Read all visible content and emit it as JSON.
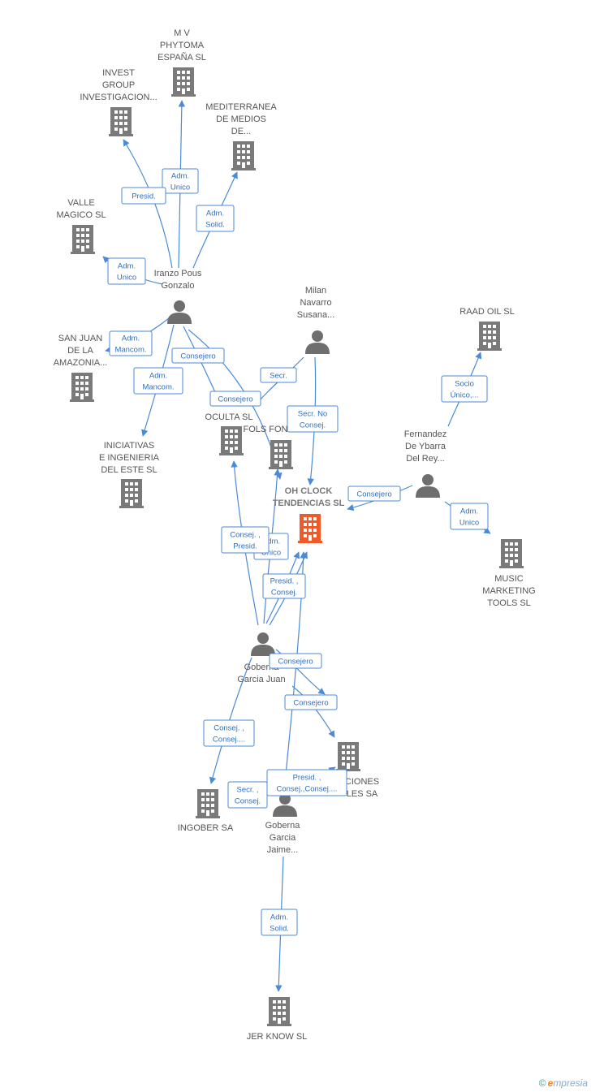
{
  "colors": {
    "company": "#7a7a7a",
    "focus_company": "#f05a28",
    "person": "#6e6e6e",
    "edge": "#4a8ad8"
  },
  "nodes": [
    {
      "id": "mv",
      "type": "company",
      "lines": [
        "M V",
        "PHYTOMA",
        "ESPAÑA SL"
      ]
    },
    {
      "id": "invest",
      "type": "company",
      "lines": [
        "INVEST",
        "GROUP",
        "INVESTIGACION..."
      ]
    },
    {
      "id": "mediterranea",
      "type": "company",
      "lines": [
        "MEDITERRANEA",
        "DE MEDIOS",
        "DE..."
      ]
    },
    {
      "id": "valle",
      "type": "company",
      "lines": [
        "VALLE",
        "MAGICO SL"
      ]
    },
    {
      "id": "iranzo",
      "type": "person",
      "lines": [
        "Iranzo Pous",
        "Gonzalo"
      ]
    },
    {
      "id": "milan",
      "type": "person",
      "lines": [
        "Milan",
        "Navarro",
        "Susana..."
      ]
    },
    {
      "id": "raad",
      "type": "company",
      "lines": [
        "RAAD OIL SL"
      ]
    },
    {
      "id": "sanjuan",
      "type": "company",
      "lines": [
        "SAN JUAN",
        "DE LA",
        "AMAZONIA..."
      ]
    },
    {
      "id": "oculta",
      "type": "company",
      "lines": [
        "OCULTA SL"
      ]
    },
    {
      "id": "folsfon",
      "type": "company",
      "lines": [
        "FOLS FON"
      ]
    },
    {
      "id": "iniciativas",
      "type": "company",
      "lines": [
        "INICIATIVAS",
        "E INGENIERIA",
        "DEL ESTE SL"
      ]
    },
    {
      "id": "fernandez",
      "type": "person",
      "lines": [
        "Fernandez",
        "De Ybarra",
        "Del Rey..."
      ]
    },
    {
      "id": "ohclock",
      "type": "focus",
      "lines": [
        "OH CLOCK",
        "TENDENCIAS SL"
      ]
    },
    {
      "id": "music",
      "type": "company",
      "lines": [
        "MUSIC",
        "MARKETING",
        "TOOLS SL"
      ]
    },
    {
      "id": "goberna_juan",
      "type": "person",
      "lines": [
        "Goberna",
        "Garcia Juan"
      ]
    },
    {
      "id": "ciones",
      "type": "company",
      "lines": [
        "CIONES",
        "LES SA"
      ]
    },
    {
      "id": "ingober",
      "type": "company",
      "lines": [
        "INGOBER SA"
      ]
    },
    {
      "id": "goberna_jaime",
      "type": "person",
      "lines": [
        "Goberna",
        "Garcia",
        "Jaime..."
      ]
    },
    {
      "id": "jerknow",
      "type": "company",
      "lines": [
        "JER KNOW SL"
      ]
    }
  ],
  "relations": [
    {
      "id": "r1",
      "lines": [
        "Adm.",
        "Unico"
      ]
    },
    {
      "id": "r2",
      "lines": [
        "Presid."
      ]
    },
    {
      "id": "r3",
      "lines": [
        "Adm.",
        "Solid."
      ]
    },
    {
      "id": "r4",
      "lines": [
        "Adm.",
        "Unico"
      ]
    },
    {
      "id": "r5",
      "lines": [
        "Adm.",
        "Mancom."
      ]
    },
    {
      "id": "r6",
      "lines": [
        "Consejero"
      ]
    },
    {
      "id": "r7",
      "lines": [
        "Adm.",
        "Mancom."
      ]
    },
    {
      "id": "r8",
      "lines": [
        "Consejero"
      ]
    },
    {
      "id": "r9",
      "lines": [
        "Secr."
      ]
    },
    {
      "id": "r10",
      "lines": [
        "Secr.  No",
        "Consej."
      ]
    },
    {
      "id": "r11",
      "lines": [
        "Socio",
        "Único,..."
      ]
    },
    {
      "id": "r12",
      "lines": [
        "Consejero"
      ]
    },
    {
      "id": "r13",
      "lines": [
        "Adm.",
        "Unico"
      ]
    },
    {
      "id": "r14",
      "lines": [
        "Adm.",
        "Unico"
      ]
    },
    {
      "id": "r15",
      "lines": [
        "Consej. ,",
        "Presid."
      ]
    },
    {
      "id": "r16",
      "lines": [
        "Presid. ,",
        "Consej."
      ]
    },
    {
      "id": "r17",
      "lines": [
        "Consejero"
      ]
    },
    {
      "id": "r18",
      "lines": [
        "Consejero"
      ]
    },
    {
      "id": "r19",
      "lines": [
        "Consej. ,",
        "Consej...."
      ]
    },
    {
      "id": "r20",
      "lines": [
        "Presid. ,",
        "Consej.,Consej...."
      ]
    },
    {
      "id": "r21",
      "lines": [
        "Secr. ,",
        "Consej."
      ]
    },
    {
      "id": "r22",
      "lines": [
        "Adm.",
        "Solid."
      ]
    }
  ],
  "footer": {
    "copyright": "©",
    "brand_first": "e",
    "brand_rest": "mpresia"
  }
}
